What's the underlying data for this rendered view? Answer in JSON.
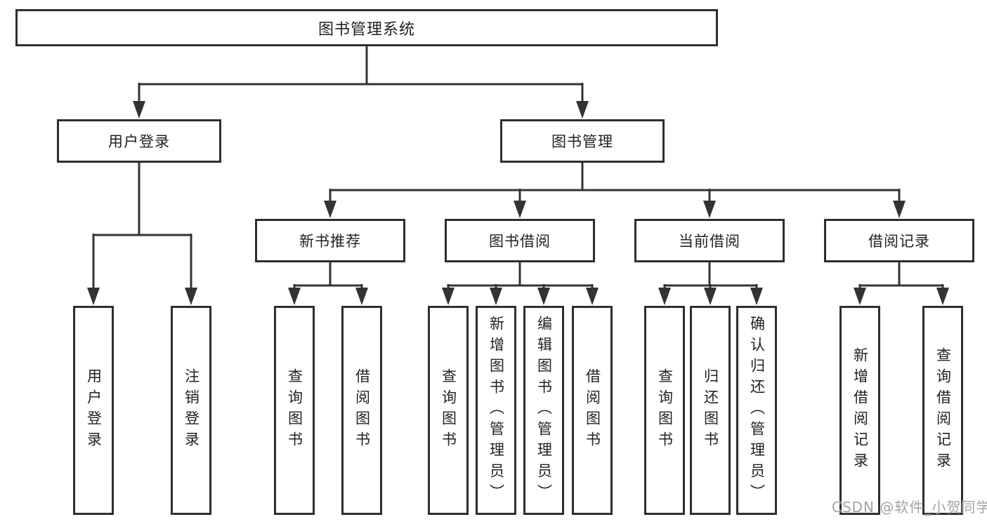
{
  "diagram": {
    "root": {
      "label": "图书管理系统"
    },
    "level2": {
      "user_login": {
        "label": "用户登录"
      },
      "book_mgmt": {
        "label": "图书管理"
      }
    },
    "level3": {
      "new_book_rec": {
        "label": "新书推荐"
      },
      "book_borrow": {
        "label": "图书借阅"
      },
      "current_borrow": {
        "label": "当前借阅"
      },
      "borrow_record": {
        "label": "借阅记录"
      }
    },
    "leaves": {
      "user_login_leaf": {
        "label": "用户登录"
      },
      "logout": {
        "label": "注销登录"
      },
      "rec_query_book": {
        "label": "查询图书"
      },
      "rec_borrow_book": {
        "label": "借阅图书"
      },
      "bb_query_book": {
        "label": "查询图书"
      },
      "bb_add_book": {
        "label": "新增图书（管理员）"
      },
      "bb_edit_book": {
        "label": "编辑图书（管理员）"
      },
      "bb_borrow_book": {
        "label": "借阅图书"
      },
      "cur_query_book": {
        "label": "查询图书"
      },
      "cur_return_book": {
        "label": "归还图书"
      },
      "cur_confirm_return": {
        "label": "确认归还（管理员）"
      },
      "br_add_record": {
        "label": "新增借阅记录"
      },
      "br_query_record": {
        "label": "查询借阅记录"
      }
    }
  },
  "watermark": {
    "text": "CSDN @软件_小贺同学"
  },
  "colors": {
    "line": "#333333",
    "box_border": "#2e2e2e",
    "background": "#ffffff",
    "watermark_gray": "#a3a3a3"
  }
}
